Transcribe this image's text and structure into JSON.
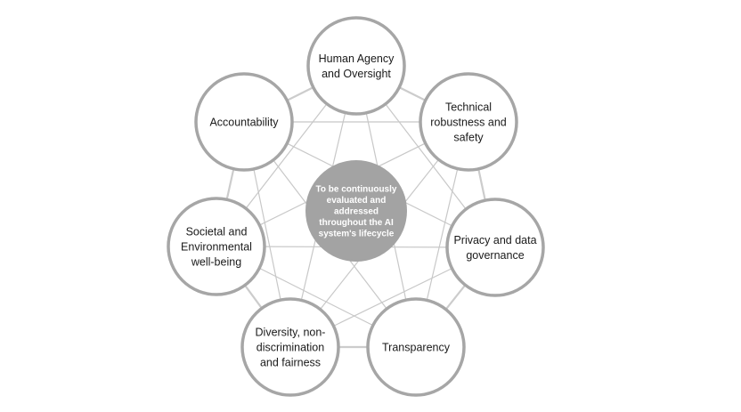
{
  "center": {
    "lines": [
      "To be continuously",
      "evaluated and",
      "addressed",
      "throughout the AI",
      "system's lifecycle"
    ]
  },
  "nodes": [
    {
      "id": "human-agency",
      "lines": [
        "Human Agency",
        "and Oversight"
      ]
    },
    {
      "id": "technical-robustness",
      "lines": [
        "Technical",
        "robustness and",
        "safety"
      ]
    },
    {
      "id": "privacy",
      "lines": [
        "Privacy and data",
        "governance"
      ]
    },
    {
      "id": "transparency",
      "lines": [
        "Transparency"
      ]
    },
    {
      "id": "diversity",
      "lines": [
        "Diversity, non-",
        "discrimination",
        "and fairness"
      ]
    },
    {
      "id": "societal",
      "lines": [
        "Societal and",
        "Environmental",
        "well-being"
      ]
    },
    {
      "id": "accountability",
      "lines": [
        "Accountability"
      ]
    }
  ],
  "colors": {
    "ring": "#cccccc",
    "node_border": "#a6a6a6",
    "node_fill": "#ffffff",
    "spokes": "#c8c8c8",
    "center_fill": "#a3a3a3",
    "center_text": "#ffffff",
    "node_text": "#1a1a1a"
  }
}
